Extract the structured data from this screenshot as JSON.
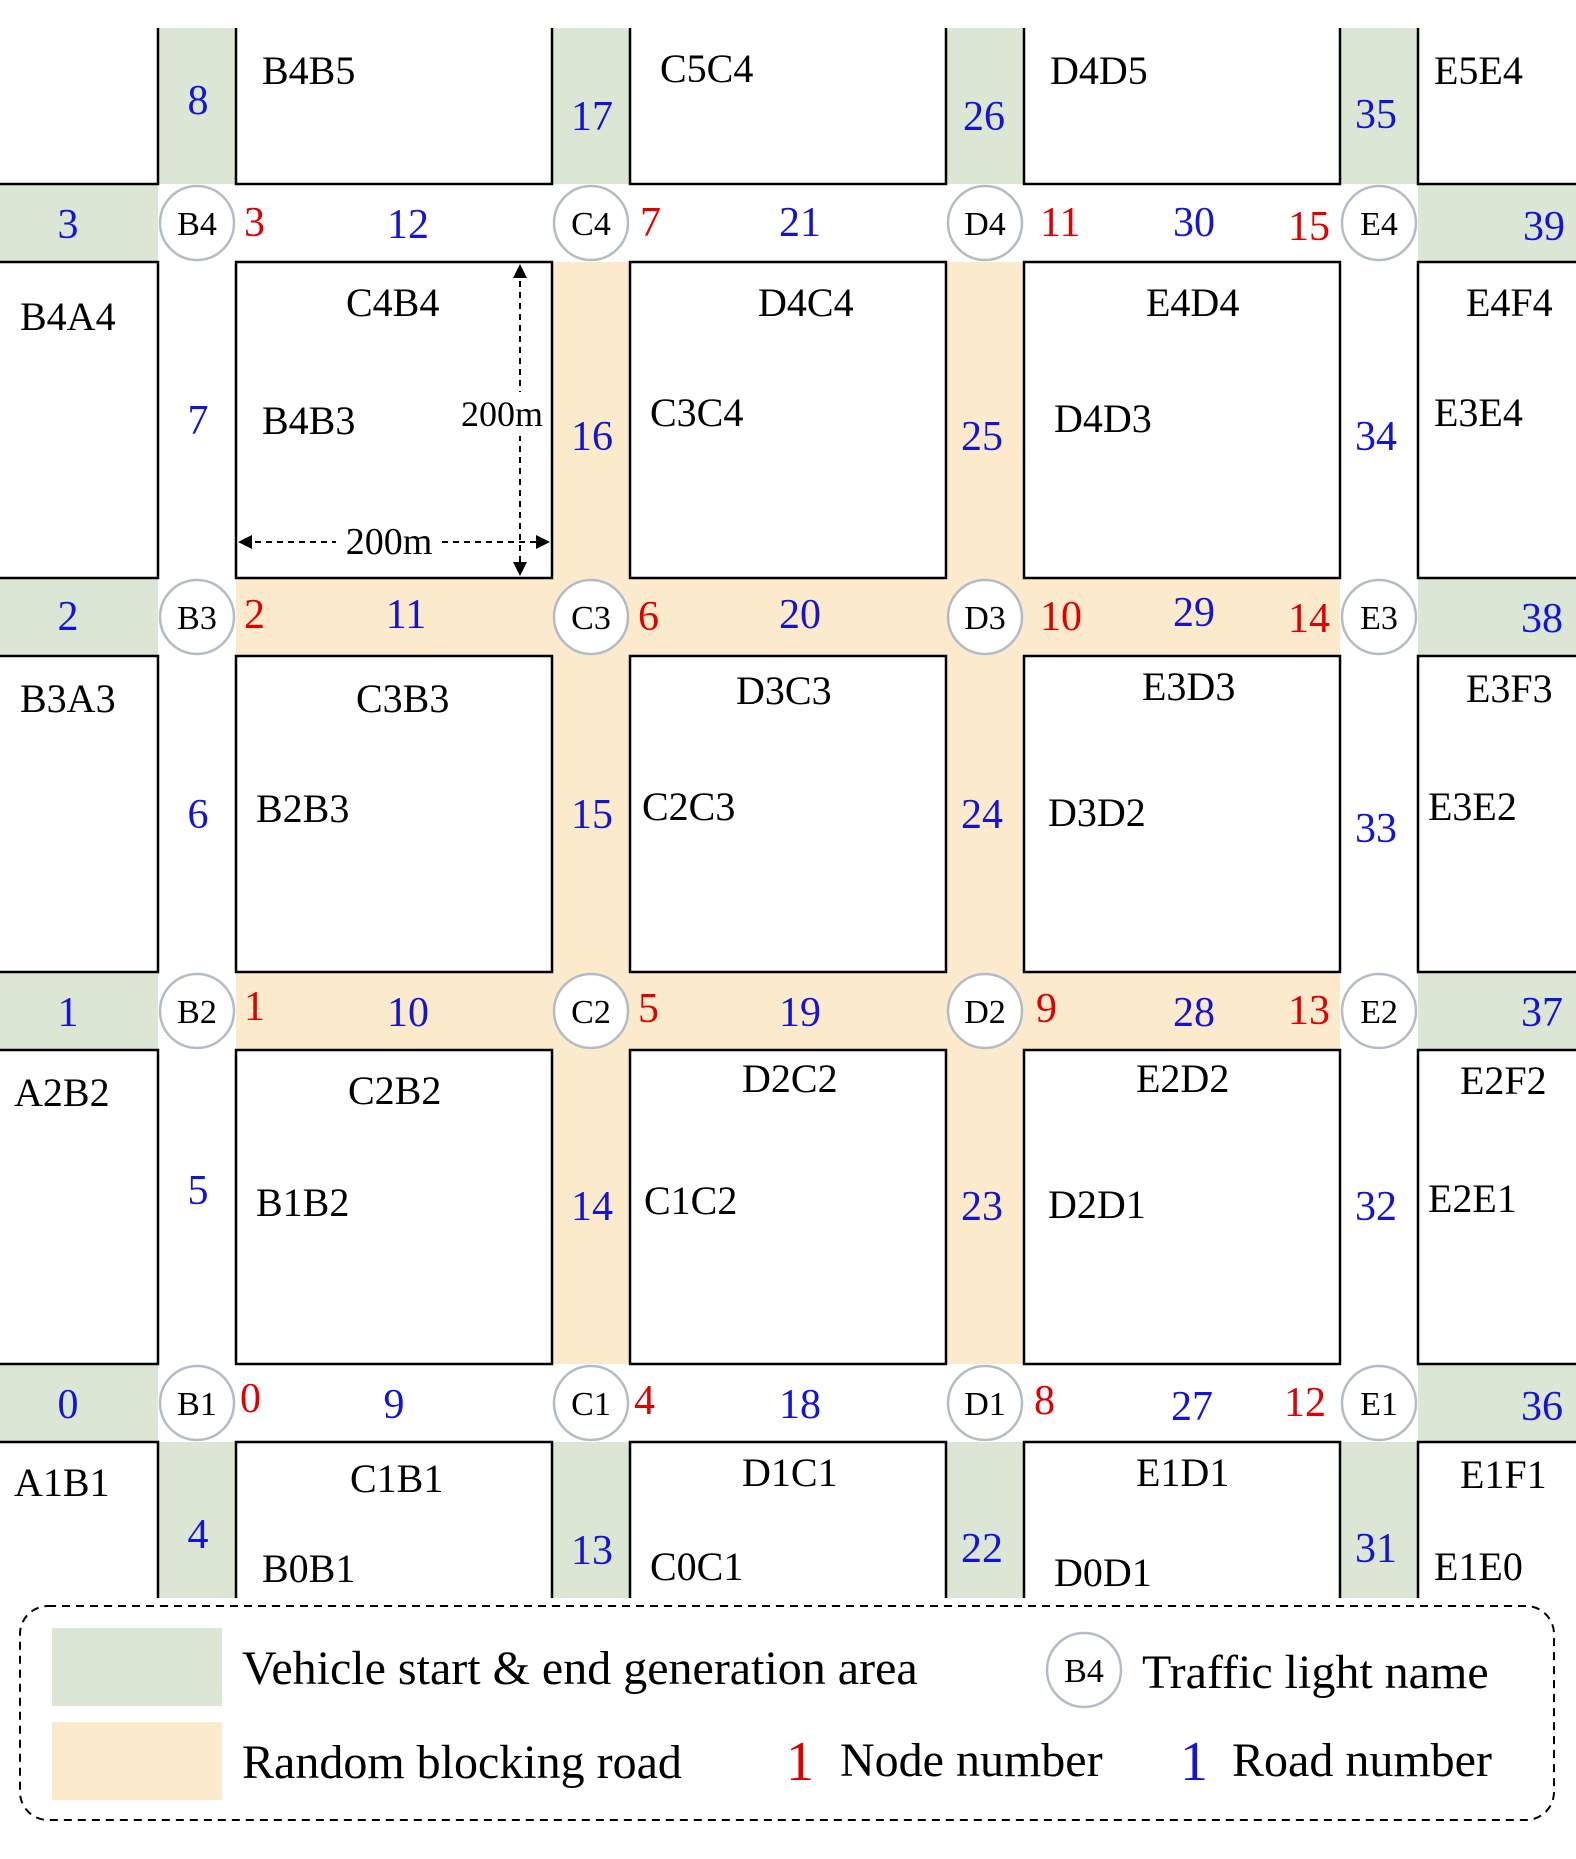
{
  "colors": {
    "block_stroke": "#000000",
    "green_area": "#dbe6d5",
    "orange_road": "#fbebcc",
    "node_red": "#e00000",
    "road_blue": "#1414d6",
    "text_black": "#000000",
    "circle_stroke": "#b3bcc6"
  },
  "traffic_lights": {
    "B4": "B4",
    "C4": "C4",
    "D4": "D4",
    "E4": "E4",
    "B3": "B3",
    "C3": "C3",
    "D3": "D3",
    "E3": "E3",
    "B2": "B2",
    "C2": "C2",
    "D2": "D2",
    "E2": "E2",
    "B1": "B1",
    "C1": "C1",
    "D1": "D1",
    "E1": "E1"
  },
  "nodes": {
    "n0": "0",
    "n1": "1",
    "n2": "2",
    "n3": "3",
    "n4": "4",
    "n5": "5",
    "n6": "6",
    "n7": "7",
    "n8": "8",
    "n9": "9",
    "n10": "10",
    "n11": "11",
    "n12": "12",
    "n13": "13",
    "n14": "14",
    "n15": "15"
  },
  "roads": {
    "r0": "0",
    "r1": "1",
    "r2": "2",
    "r3": "3",
    "r4": "4",
    "r5": "5",
    "r6": "6",
    "r7": "7",
    "r8": "8",
    "r9": "9",
    "r10": "10",
    "r11": "11",
    "r12": "12",
    "r13": "13",
    "r14": "14",
    "r15": "15",
    "r16": "16",
    "r17": "17",
    "r18": "18",
    "r19": "19",
    "r20": "20",
    "r21": "21",
    "r22": "22",
    "r23": "23",
    "r24": "24",
    "r25": "25",
    "r26": "26",
    "r27": "27",
    "r28": "28",
    "r29": "29",
    "r30": "30",
    "r31": "31",
    "r32": "32",
    "r33": "33",
    "r34": "34",
    "r35": "35",
    "r36": "36",
    "r37": "37",
    "r38": "38",
    "r39": "39"
  },
  "edges": {
    "B4B5": "B4B5",
    "C5C4": "C5C4",
    "D4D5": "D4D5",
    "E5E4": "E5E4",
    "B4A4": "B4A4",
    "C4B4": "C4B4",
    "B4B3": "B4B3",
    "D4C4": "D4C4",
    "C3C4": "C3C4",
    "E4D4": "E4D4",
    "D4D3": "D4D3",
    "E4F4": "E4F4",
    "E3E4": "E3E4",
    "B3A3": "B3A3",
    "C3B3": "C3B3",
    "B2B3": "B2B3",
    "D3C3": "D3C3",
    "C2C3": "C2C3",
    "E3D3": "E3D3",
    "D3D2": "D3D2",
    "E3F3": "E3F3",
    "E3E2": "E3E2",
    "A2B2": "A2B2",
    "C2B2": "C2B2",
    "B1B2": "B1B2",
    "D2C2": "D2C2",
    "C1C2": "C1C2",
    "E2D2": "E2D2",
    "D2D1": "D2D1",
    "E2F2": "E2F2",
    "E2E1": "E2E1",
    "A1B1": "A1B1",
    "C1B1": "C1B1",
    "B0B1": "B0B1",
    "D1C1": "D1C1",
    "C0C1": "C0C1",
    "E1D1": "E1D1",
    "D0D1": "D0D1",
    "E1F1": "E1F1",
    "E1E0": "E1E0"
  },
  "dimensions": {
    "horizontal": "200m",
    "vertical": "200m"
  },
  "legend": {
    "generation_area": "Vehicle start & end generation area",
    "blocking_road": "Random blocking road",
    "light_sample": "B4",
    "light_label": "Traffic light name",
    "node_sample": "1",
    "node_label": "Node number",
    "road_sample": "1",
    "road_label": "Road number"
  }
}
